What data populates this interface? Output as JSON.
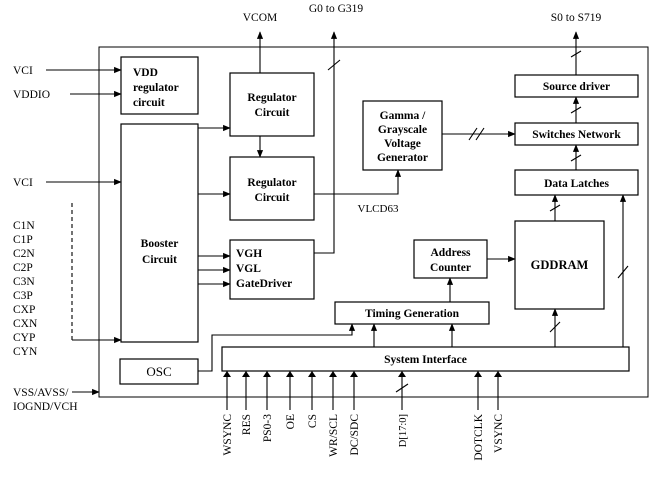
{
  "blocks": {
    "vdd_regulator": [
      "VDD",
      "regulator",
      "circuit"
    ],
    "regulator_top": [
      "Regulator",
      "Circuit"
    ],
    "regulator_mid": [
      "Regulator",
      "Circuit"
    ],
    "booster": [
      "Booster",
      "Circuit"
    ],
    "gate_driver": [
      "VGH",
      "VGL",
      "GateDriver"
    ],
    "osc": "OSC",
    "gamma": [
      "Gamma /",
      "Grayscale",
      "Voltage",
      "Generator"
    ],
    "source_driver": "Source driver",
    "switches_network": "Switches Network",
    "data_latches": "Data Latches",
    "gddram": "GDDRAM",
    "address_counter": [
      "Address",
      "Counter"
    ],
    "timing_generation": "Timing Generation",
    "system_interface": "System Interface"
  },
  "signals": {
    "vcom": "VCOM",
    "gate_out": "G0 to G319",
    "source_out": "S0 to S719",
    "vlcd": "VLCD63"
  },
  "left_pins": {
    "vci_top": "VCI",
    "vddio": "VDDIO",
    "vci_mid": "VCI",
    "caps": [
      "C1N",
      "C1P",
      "C2N",
      "C2P",
      "C3N",
      "C3P",
      "CXP",
      "CXN",
      "CYP",
      "CYN"
    ],
    "ground": [
      "VSS/AVSS/",
      "IOGND/VCH"
    ]
  },
  "bottom_pins": [
    "WSYNC",
    "RES",
    "PS0-3",
    "OE",
    "CS",
    "WR/SCL",
    "DC/SDC",
    "D[17:0]",
    "DOTCLK",
    "VSYNC"
  ]
}
